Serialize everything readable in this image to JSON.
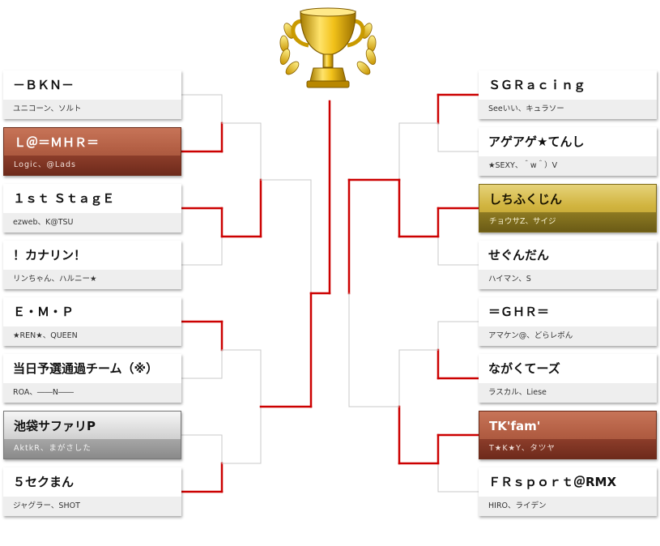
{
  "colors": {
    "winner_line": "#cc0000",
    "loser_line": "#c8c8c8",
    "bronze": "#b35f44",
    "gold": "#d1b43f",
    "silver": "#cfcfcf"
  },
  "trophy": {
    "icon": "trophy-icon"
  },
  "left_teams": [
    {
      "name": "－ＢＫＮ－",
      "members": "ユニコーン、ソルト",
      "style": "plain"
    },
    {
      "name": "Ｌ＠＝ＭＨＲ＝",
      "members": "Logic、@Lads",
      "style": "bronze"
    },
    {
      "name": "１ｓｔ ＳｔａｇＥ",
      "members": "ezweb、K@TSU",
      "style": "plain"
    },
    {
      "name": "！カナリン！",
      "members": "リンちゃん、ハルニー★",
      "style": "plain"
    },
    {
      "name": "Ｅ・Ｍ・Ｐ",
      "members": "★REN★、QUEEN",
      "style": "plain"
    },
    {
      "name": "当日予選通過チーム（※）",
      "members": "ROA、――N――",
      "style": "plain"
    },
    {
      "name": "池袋サファリP",
      "members": "AktkR、まがさした",
      "style": "silver"
    },
    {
      "name": "５セクまん",
      "members": "ジャグラー、SHOT",
      "style": "plain"
    }
  ],
  "right_teams": [
    {
      "name": "ＳＧＲａｃｉｎｇ",
      "members": "Seeいい、キュラソー",
      "style": "plain"
    },
    {
      "name": "アゲアゲ★てんし",
      "members": "★SEXY、＾w＾）V",
      "style": "plain"
    },
    {
      "name": "しちふくじん",
      "members": "チョウサZ、サイジ",
      "style": "gold"
    },
    {
      "name": "せぐんだん",
      "members": "ハイマン、S",
      "style": "plain"
    },
    {
      "name": "＝ＧＨＲ＝",
      "members": "アマケン@、どらレボん",
      "style": "plain"
    },
    {
      "name": "ながくてーズ",
      "members": "ラスカル、Liese",
      "style": "plain"
    },
    {
      "name": "TK'fam'",
      "members": "T★K★Y、タツヤ",
      "style": "bronze"
    },
    {
      "name": "ＦＲｓｐｏｒｔ＠RMX",
      "members": "HIRO、ライデン",
      "style": "plain"
    }
  ],
  "results": {
    "left_r1_winners": [
      1,
      2,
      4,
      7
    ],
    "left_r2_winners": [
      1,
      2
    ],
    "left_r3_winner": 1,
    "right_r1_winners": [
      0,
      2,
      5,
      6
    ],
    "right_r2_winners": [
      1,
      1
    ],
    "right_r3_winner": 0,
    "final_winner": "left"
  }
}
